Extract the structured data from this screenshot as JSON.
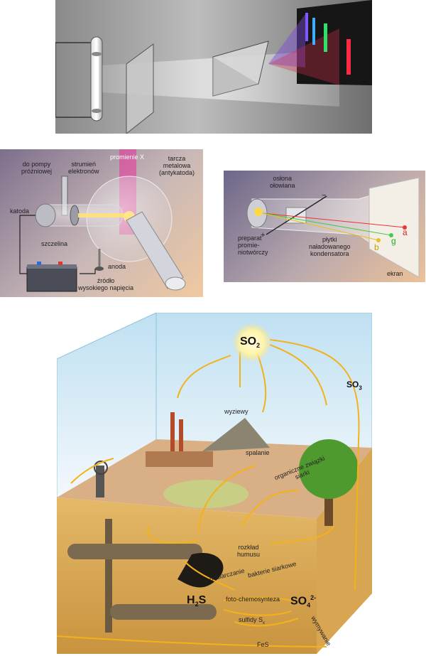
{
  "xray_tube": {
    "vacuum_pump": "do pompy\npróżniowej",
    "electron_stream": "strumień\nelektronów",
    "xrays": "promienie X",
    "target": "tarcza\nmetalowa\n(antykatoda)",
    "cathode": "katoda",
    "slit": "szczelina",
    "anode": "anoda",
    "hv_source": "źródło\nwysokiego napięcia"
  },
  "radiation_tube": {
    "lead_shield": "osłona\nołowiana",
    "sample": "preparat\npromie-\nniotwórczy",
    "capacitor": "płytki\nnaładowanego\nkondensatora",
    "screen": "ekran",
    "plus": "+",
    "minus": "−",
    "ray_a": "a",
    "ray_b": "b",
    "ray_g": "g"
  },
  "discharge_tube": {
    "plus": "+",
    "minus": "−"
  },
  "sulfur_cycle": {
    "so2_base": "SO",
    "so2_sub": "2",
    "so3_base": "SO",
    "so3_sub": "3",
    "h2s_base": "H",
    "h2s_sub": "2",
    "h2s_tail": "S",
    "so4_base": "SO",
    "so4_sub": "4",
    "so4_sup": "2-",
    "exhalations": "wyziewy",
    "burning": "spalanie",
    "organic": "organiczne związki\nsiarki",
    "decomposition": "rozkład\nhumusu",
    "desulfurization": "odsiarczanie",
    "sulfur_bacteria": "bakterie siarkowe",
    "photo_chemo": "foto-chemosynteza",
    "sulfides": "sulfidy S",
    "sulfides_sub": "x",
    "leaching": "wymywanie",
    "fes": "FeS"
  }
}
